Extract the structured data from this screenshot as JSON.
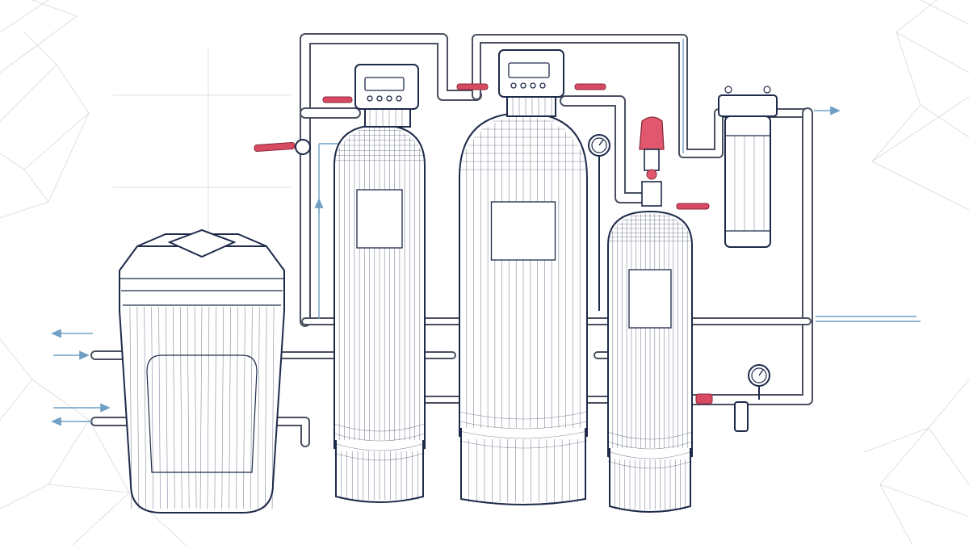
{
  "diagram": {
    "colors": {
      "ink": "#1e2a4a",
      "pipe_outer": "#4a5060",
      "valve": "#d84a62",
      "flow": "#6f9fc4",
      "background_lines": "#d5d8de"
    },
    "components": [
      {
        "name": "brine-tank",
        "icon": "brine-tank"
      },
      {
        "name": "filter-tank-left",
        "icon": "mesh-cylinder"
      },
      {
        "name": "filter-tank-center",
        "icon": "mesh-cylinder"
      },
      {
        "name": "pressure-tank-right",
        "icon": "mesh-cylinder"
      },
      {
        "name": "control-head-left",
        "icon": "digital-control-valve"
      },
      {
        "name": "control-head-center",
        "icon": "digital-control-valve"
      },
      {
        "name": "sediment-cartridge-filter",
        "icon": "cartridge-housing"
      },
      {
        "name": "pressure-gauge-upper",
        "icon": "gauge"
      },
      {
        "name": "pressure-gauge-lower",
        "icon": "gauge"
      },
      {
        "name": "pressure-relief-valve",
        "icon": "relief-valve"
      }
    ],
    "flow_arrows": [
      "left-out",
      "left-in",
      "left-in",
      "left-out",
      "right-out-top",
      "right-out-mid"
    ]
  }
}
